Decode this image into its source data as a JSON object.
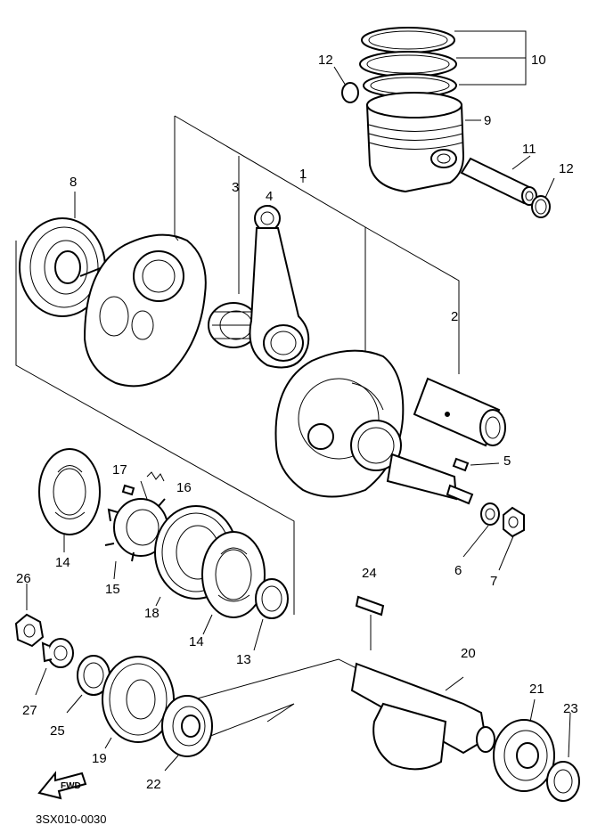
{
  "diagram": {
    "drawing_code": "3SX010-0030",
    "direction_label": "FWD",
    "parts": [
      {
        "id": "1",
        "label": "1"
      },
      {
        "id": "2",
        "label": "2"
      },
      {
        "id": "3",
        "label": "3"
      },
      {
        "id": "4",
        "label": "4"
      },
      {
        "id": "5",
        "label": "5"
      },
      {
        "id": "6",
        "label": "6"
      },
      {
        "id": "7",
        "label": "7"
      },
      {
        "id": "8",
        "label": "8"
      },
      {
        "id": "9",
        "label": "9"
      },
      {
        "id": "10",
        "label": "10"
      },
      {
        "id": "11",
        "label": "11"
      },
      {
        "id": "12",
        "label": "12"
      },
      {
        "id": "13",
        "label": "13"
      },
      {
        "id": "14",
        "label": "14"
      },
      {
        "id": "15",
        "label": "15"
      },
      {
        "id": "16",
        "label": "16"
      },
      {
        "id": "17",
        "label": "17"
      },
      {
        "id": "18",
        "label": "18"
      },
      {
        "id": "19",
        "label": "19"
      },
      {
        "id": "20",
        "label": "20"
      },
      {
        "id": "21",
        "label": "21"
      },
      {
        "id": "22",
        "label": "22"
      },
      {
        "id": "23",
        "label": "23"
      },
      {
        "id": "24",
        "label": "24"
      },
      {
        "id": "25",
        "label": "25"
      },
      {
        "id": "26",
        "label": "26"
      },
      {
        "id": "27",
        "label": "27"
      }
    ]
  }
}
